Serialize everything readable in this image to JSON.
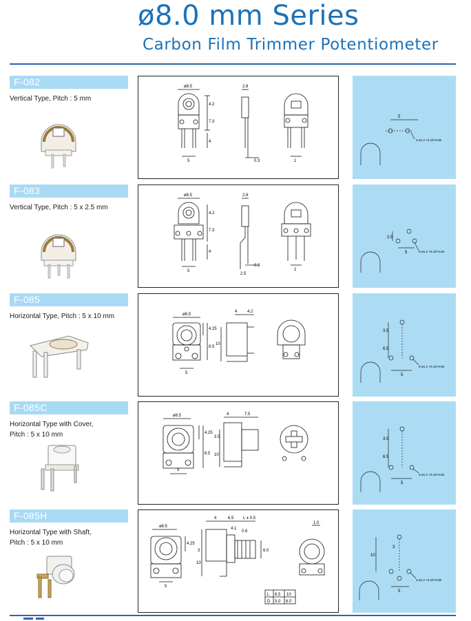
{
  "header": {
    "title": "ø8.0 mm Series",
    "subtitle": "Carbon Film Trimmer Potentiometer"
  },
  "products": [
    {
      "model": "F-082",
      "description": [
        "Vertical Type, Pitch : 5 mm"
      ],
      "dims": {
        "dia": "ø8.5",
        "w": "2.8",
        "h1": "4.2",
        "h2": "7.3",
        "h3": "4",
        "pitch": "5",
        "t": "0.3",
        "pin": "1"
      },
      "pcb": {
        "pitch": "5",
        "hole": "3-ø1.2 +0.1/0 Hole"
      }
    },
    {
      "model": "F-083",
      "description": [
        "Vertical Type, Pitch : 5 x 2.5 mm"
      ],
      "dims": {
        "dia": "ø8.5",
        "w": "2.8",
        "h1": "4.2",
        "h2": "7.3",
        "h3": "4",
        "pitch": "5",
        "t": "0.3",
        "off": "2.5",
        "pin": "1"
      },
      "pcb": {
        "pitch": "5",
        "offset": "2.5",
        "hole": "3-ø1.2 +0.1/0 Hole"
      }
    },
    {
      "model": "F-085",
      "description": [
        "Horizontal Type, Pitch : 5 x 10 mm"
      ],
      "dims": {
        "dia": "ø8.5",
        "a": "4",
        "b": "4.2",
        "h1": "4.25",
        "h2": "8.5",
        "h3": "10",
        "pitch": "5"
      },
      "pcb": {
        "v1": "3.5",
        "v2": "6.5",
        "pitch": "5",
        "hole": "3-ø1.2 +0.1/0 Hole"
      }
    },
    {
      "model": "F-085C",
      "description": [
        "Horizontal Type with Cover,",
        "Pitch : 5 x 10 mm"
      ],
      "dims": {
        "dia": "ø8.5",
        "a": "4",
        "b": "7.5",
        "h1": "4.25",
        "h2": "6.5",
        "h3": "3.5",
        "h4": "10",
        "pitch": "5"
      },
      "pcb": {
        "v1": "3.5",
        "v2": "6.5",
        "pitch": "5",
        "hole": "3-ø1.2 +0.1/0 Hole"
      }
    },
    {
      "model": "F-085H",
      "description": [
        "Horizontal Type with Shaft,",
        "Pitch : 5 x 10 mm"
      ],
      "dims": {
        "dia": "ø8.5",
        "a": "4",
        "b": "6.5",
        "c": "L ± 0.5",
        "d": "4.1",
        "e": "0.6",
        "h1": "4.25",
        "h2": "3",
        "h3": "10",
        "shaft": "6.0",
        "tip": "1.0",
        "pitch": "5"
      },
      "table": {
        "rows": [
          [
            "L",
            "6.5",
            "10"
          ],
          [
            "D",
            "5.0",
            "6.0"
          ]
        ]
      },
      "pcb": {
        "v1": "3",
        "v2": "10",
        "pitch": "5",
        "hole": "3-ø1.2 +0.1/0 Hole"
      }
    }
  ],
  "colors": {
    "accent": "#1b72b8",
    "label_bg": "#a9daf4",
    "pcb_bg": "#abdcf4",
    "rule": "#2a63a6"
  }
}
